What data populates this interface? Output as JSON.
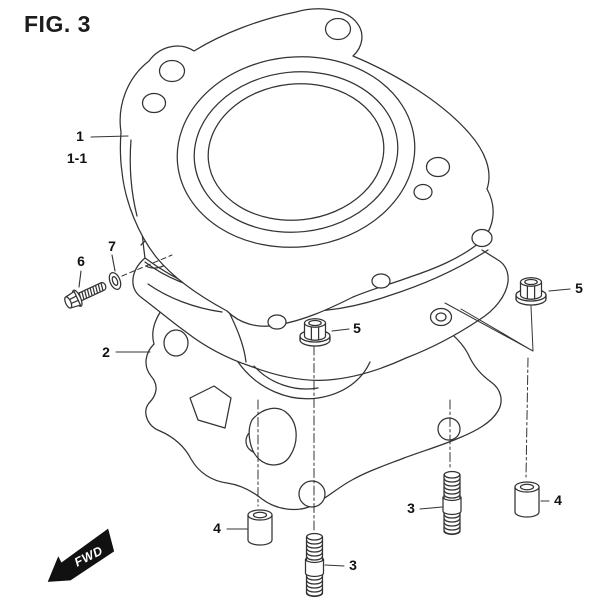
{
  "figure": {
    "title": "FIG. 3"
  },
  "direction": {
    "label": "FWD"
  },
  "callouts": [
    {
      "part": "cylinder",
      "label": "1"
    },
    {
      "part": "cylinder-liner",
      "label": "1-1"
    },
    {
      "part": "gasket",
      "label": "2"
    },
    {
      "part": "stud-left",
      "label": "3"
    },
    {
      "part": "stud-right",
      "label": "3"
    },
    {
      "part": "spacer-left",
      "label": "4"
    },
    {
      "part": "spacer-right",
      "label": "4"
    },
    {
      "part": "nut-center",
      "label": "5"
    },
    {
      "part": "nut-right",
      "label": "5"
    },
    {
      "part": "bolt",
      "label": "6"
    },
    {
      "part": "washer",
      "label": "7"
    }
  ],
  "colors": {
    "line": "#333333",
    "label": "#111111",
    "background": "#ffffff",
    "badge": "#111111",
    "badge_text": "#ffffff"
  }
}
